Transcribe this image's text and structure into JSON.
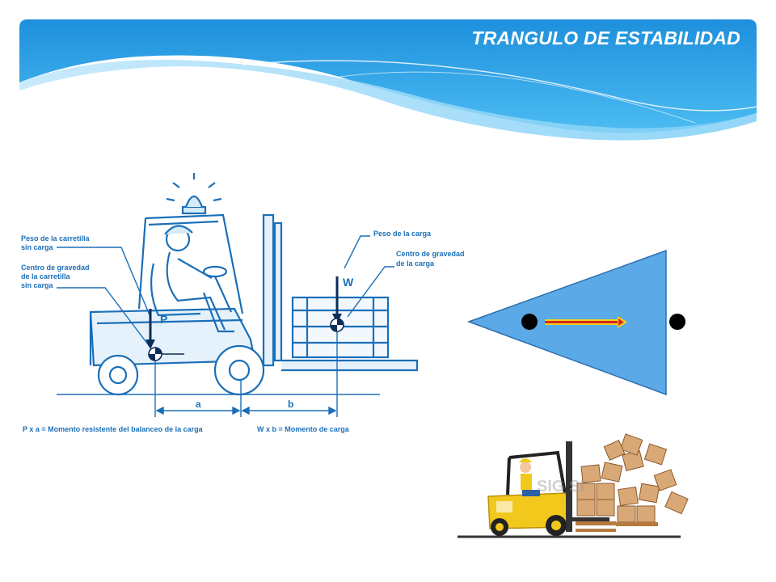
{
  "header": {
    "title": "TRANGULO DE ESTABILIDAD",
    "band_color": "#2aa3e6"
  },
  "diagram": {
    "labels": {
      "empty_weight": [
        "Peso de la carretilla",
        "sin carga"
      ],
      "empty_cog": [
        "Centro de gravedad",
        "de la carretilla",
        "sin carga"
      ],
      "load_weight": "Peso de la carga",
      "load_cog": [
        "Centro de gravedad",
        "de la carga"
      ],
      "p": "P",
      "w": "W",
      "a": "a",
      "b": "b"
    },
    "formulas": {
      "left": "P x a = Momento resistente del balanceo de la carga",
      "right": "W x b = Momento de carga"
    },
    "line_color": "#1b6fb8"
  },
  "stability_triangle": {
    "fill": "#5ba9e6",
    "arrow_color": "#d9261c",
    "arrow_outline": "#f2d21b"
  },
  "illustration": {
    "watermark": "SIG SI"
  }
}
